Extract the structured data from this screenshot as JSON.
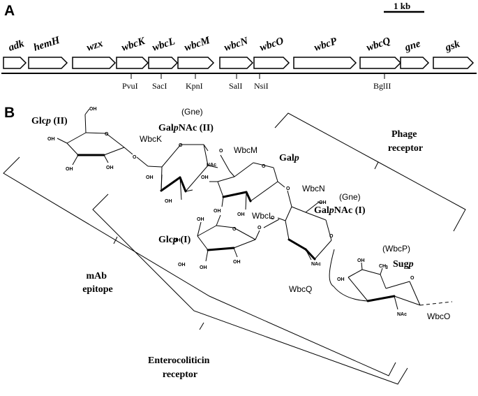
{
  "panel_a": {
    "label": "A",
    "scale_label": "1 kb",
    "genes": [
      "adk",
      "hemH",
      "wzx",
      "wbcK",
      "wbcL",
      "wbcM",
      "wbcN",
      "wbcO",
      "wbcP",
      "wbcQ",
      "gne",
      "gsk"
    ],
    "sites": [
      "PvuI",
      "SacI",
      "KpnI",
      "SalI",
      "NsiI",
      "BglII"
    ]
  },
  "panel_b": {
    "label": "B",
    "sugars": {
      "glc2": [
        "Glc",
        "p",
        " (II)"
      ],
      "galnac2": [
        "Gal",
        "p",
        "NAc (II)"
      ],
      "gal": [
        "Gal",
        "p",
        ""
      ],
      "galnac1": [
        "Gal",
        "p",
        "NAc (I)"
      ],
      "glc1": [
        "Glc",
        "p",
        " (I)"
      ],
      "sug": [
        "Sug",
        "p",
        ""
      ]
    },
    "enzymes": {
      "gne_1": "(Gne)",
      "gne_2": "(Gne)",
      "wbcp": "(WbcP)",
      "wbck": "WbcK",
      "wbcm": "WbcM",
      "wbcn": "WbcN",
      "wbcl": "WbcL",
      "wbcq": "WbcQ",
      "wbco": "WbcO"
    },
    "groups": {
      "phage": [
        "Phage",
        "receptor"
      ],
      "mab": [
        "mAb",
        "epitope"
      ],
      "entero": [
        "Enterocoliticin",
        "receptor"
      ]
    },
    "atoms": {
      "oh": "OH",
      "nac": "NAc",
      "ch3": "CH",
      "ch3_sub": "3",
      "o": "O"
    }
  }
}
